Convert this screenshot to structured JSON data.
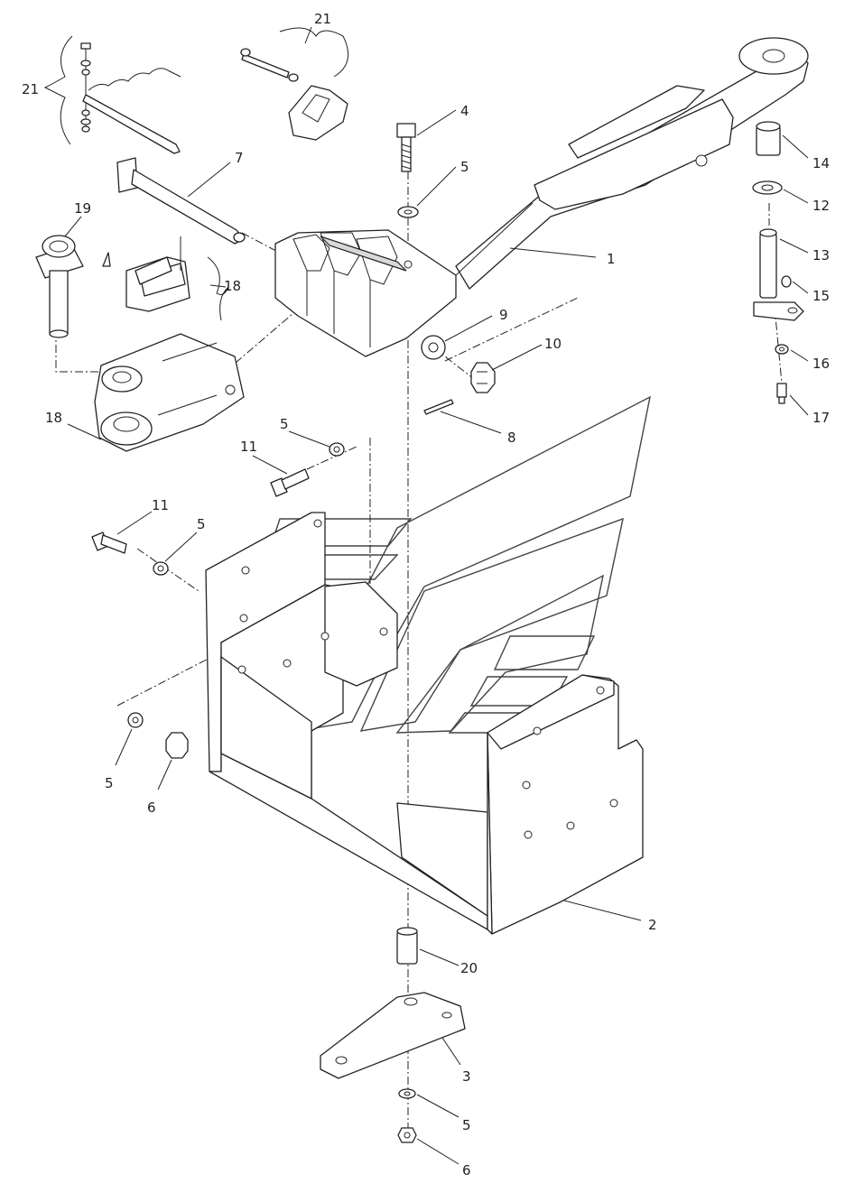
{
  "diagram": {
    "callouts": [
      {
        "id": "c1",
        "label": "1"
      },
      {
        "id": "c2",
        "label": "2"
      },
      {
        "id": "c3",
        "label": "3"
      },
      {
        "id": "c4",
        "label": "4"
      },
      {
        "id": "c5a",
        "label": "5"
      },
      {
        "id": "c5b",
        "label": "5"
      },
      {
        "id": "c5c",
        "label": "5"
      },
      {
        "id": "c5d",
        "label": "5"
      },
      {
        "id": "c5e",
        "label": "5"
      },
      {
        "id": "c6a",
        "label": "6"
      },
      {
        "id": "c6b",
        "label": "6"
      },
      {
        "id": "c7",
        "label": "7"
      },
      {
        "id": "c8",
        "label": "8"
      },
      {
        "id": "c9",
        "label": "9"
      },
      {
        "id": "c10",
        "label": "10"
      },
      {
        "id": "c11a",
        "label": "11"
      },
      {
        "id": "c11b",
        "label": "11"
      },
      {
        "id": "c12",
        "label": "12"
      },
      {
        "id": "c13",
        "label": "13"
      },
      {
        "id": "c14",
        "label": "14"
      },
      {
        "id": "c15",
        "label": "15"
      },
      {
        "id": "c16",
        "label": "16"
      },
      {
        "id": "c17",
        "label": "17"
      },
      {
        "id": "c18a",
        "label": "18"
      },
      {
        "id": "c18b",
        "label": "18"
      },
      {
        "id": "c19",
        "label": "19"
      },
      {
        "id": "c20",
        "label": "20"
      },
      {
        "id": "c21a",
        "label": "21"
      },
      {
        "id": "c21b",
        "label": "21"
      }
    ]
  }
}
